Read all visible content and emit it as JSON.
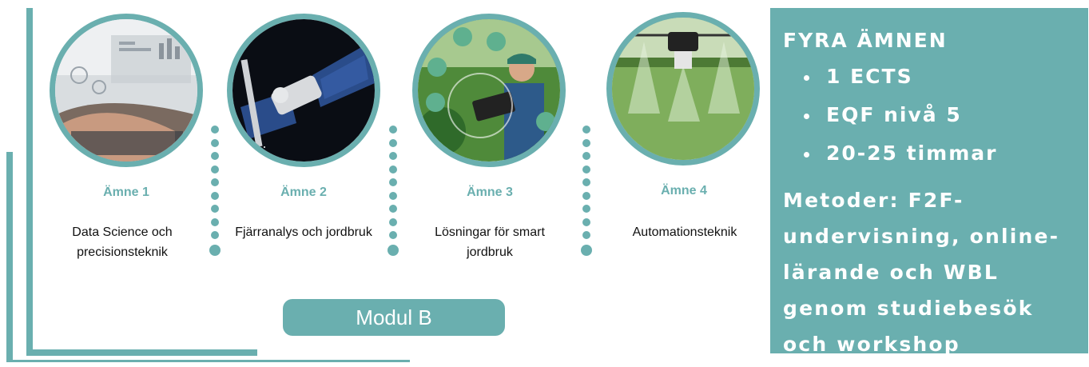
{
  "topics": [
    {
      "heading": "Ämne 1",
      "description_line1": "Data Science och",
      "description_line2": "precisionsteknik"
    },
    {
      "heading": "Ämne 2",
      "description_line1": "Fjärranalys och jordbruk",
      "description_line2": ""
    },
    {
      "heading": "Ämne 3",
      "description_line1": "Lösningar för smart",
      "description_line2": "jordbruk"
    },
    {
      "heading": "Ämne 4",
      "description_line1": "Automationsteknik",
      "description_line2": ""
    }
  ],
  "module": {
    "label": "Modul B"
  },
  "panel": {
    "title": "FYRA ÄMNEN",
    "bullets": [
      "1 ECTS",
      "EQF nivå 5",
      "20-25 timmar"
    ],
    "methods_lines": [
      "Metoder: F2F-",
      "undervisning, online-",
      "lärande och WBL",
      "genom studiebesök",
      "och workshop"
    ]
  },
  "colors": {
    "accent": "#6aafaf",
    "text": "#111111",
    "panel_text": "#ffffff"
  }
}
